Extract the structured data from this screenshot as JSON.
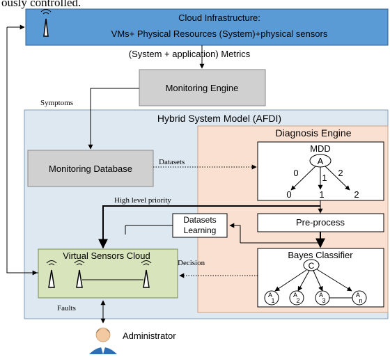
{
  "top_fragment": "ously controlled.",
  "cloud": {
    "title": "Cloud Infrastructure:",
    "subtitle": "VMs+ Physical Resources (System)+physical sensors"
  },
  "metrics_label": "(System + application) Metrics",
  "monitoring_engine": "Monitoring Engine",
  "symptoms_label": "Symptoms",
  "hybrid_title": "Hybrid System Model (AFDI)",
  "diagnosis_title": "Diagnosis Engine",
  "monitoring_database": "Monitoring Database",
  "datasets_label": "Datasets",
  "mdd": {
    "title": "MDD",
    "root": "A",
    "edge_labels": [
      "0",
      "1",
      "2"
    ],
    "leaves": [
      "0",
      "1",
      "2"
    ]
  },
  "high_priority": "High level priority",
  "datasets_learning": [
    "Datasets",
    "Learning"
  ],
  "preprocess": "Pre-process",
  "virtual_sensors": "Virtual Sensors Cloud",
  "decision_label": "Decision",
  "bayes": {
    "title": "Bayes Classifier",
    "root": "C",
    "nodes": [
      {
        "letter": "A",
        "sub": "1"
      },
      {
        "letter": "A",
        "sub": "2"
      },
      {
        "letter": "A",
        "sub": "3"
      },
      {
        "letter": "A",
        "sub": "n"
      }
    ]
  },
  "faults_label": "Faults",
  "administrator": "Administrator"
}
